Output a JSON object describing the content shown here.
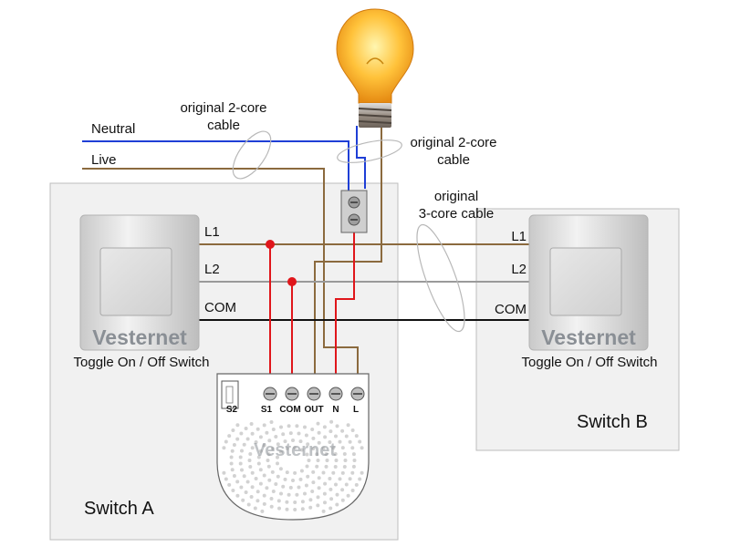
{
  "wires": {
    "neutral_label": "Neutral",
    "live_label": "Live",
    "l1_label": "L1",
    "l2_label": "L2",
    "com_label": "COM"
  },
  "cables": {
    "two_core_left": [
      "original 2-core",
      "cable"
    ],
    "two_core_right": [
      "original 2-core",
      "cable"
    ],
    "three_core": [
      "original",
      "3-core cable"
    ]
  },
  "switch_a": {
    "title": "Switch A",
    "caption": "Toggle On / Off Switch",
    "brand": "Vesternet"
  },
  "switch_b": {
    "title": "Switch B",
    "caption": "Toggle On / Off Switch",
    "brand": "Vesternet"
  },
  "module": {
    "brand": "Vesternet",
    "terminals": [
      "S2",
      "S1",
      "COM",
      "OUT",
      "N",
      "L"
    ]
  },
  "colors": {
    "neutral": "#1f3fd6",
    "live": "#8b6a3e",
    "l2": "#9a9a9a",
    "com": "#111111",
    "red": "#e0161b",
    "panel": "#f1f1f1"
  }
}
